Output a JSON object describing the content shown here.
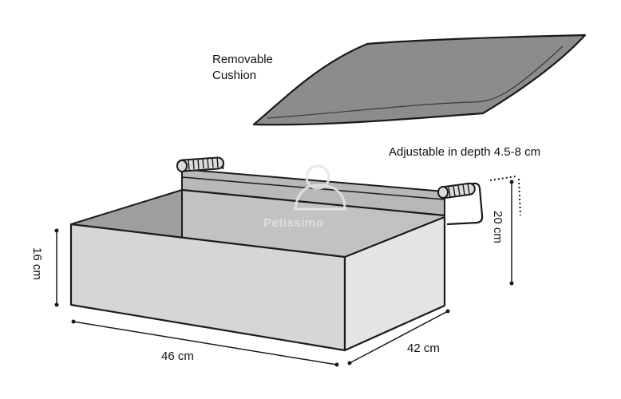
{
  "labels": {
    "cushion_line1": "Removable",
    "cushion_line2": "Cushion",
    "depth": "Adjustable in depth 4.5-8 cm",
    "height_left": "16 cm",
    "height_right": "20 cm",
    "width": "46 cm",
    "depth_dim": "42 cm",
    "watermark": "Petissimo"
  },
  "colors": {
    "outline": "#1a1a1a",
    "box_front": "#d6d6d6",
    "box_side": "#e4e4e4",
    "box_inner": "#9e9e9e",
    "cushion": "#8c8c8c",
    "backrest": "#b8b8b8"
  }
}
